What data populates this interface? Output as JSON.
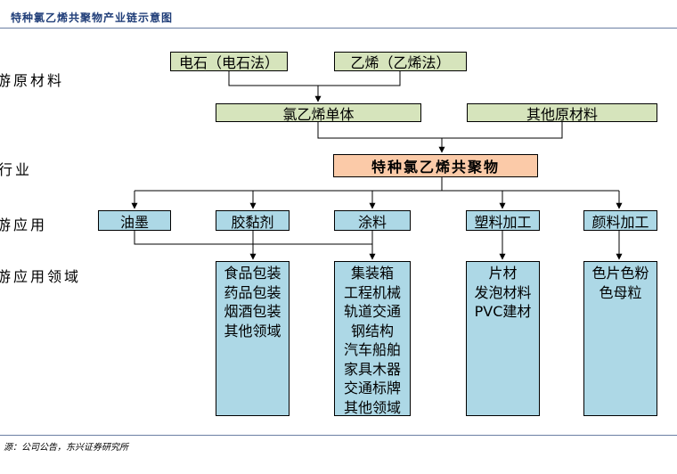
{
  "title": "特种氯乙烯共聚物产业链示意图",
  "row_labels": {
    "raw": "游原材料",
    "industry": "行业",
    "app": "游应用",
    "fields": "游应用领域"
  },
  "raw_row1": [
    "电石（电石法）",
    "乙烯（乙烯法）"
  ],
  "raw_row2": [
    "氯乙烯单体",
    "其他原材料"
  ],
  "product": "特种氯乙烯共聚物",
  "applications": [
    "油墨",
    "胶黏剂",
    "涂料",
    "塑料加工",
    "颜料加工"
  ],
  "fields": [
    [
      "食品包装",
      "药品包装",
      "烟酒包装",
      "其他领域"
    ],
    [
      "集装箱",
      "工程机械",
      "轨道交通",
      "钢结构",
      "汽车船舶",
      "家具木器",
      "交通标牌",
      "其他领域"
    ],
    [
      "片材",
      "发泡材料",
      "PVC建材"
    ],
    [
      "色片色粉",
      "色母粒"
    ]
  ],
  "source": "源：公司公告，东兴证券研究所",
  "colors": {
    "raw_fill": "#d6e4bc",
    "product_fill": "#fbcaa8",
    "app_fill": "#add8e6",
    "title": "#1f3d78"
  }
}
